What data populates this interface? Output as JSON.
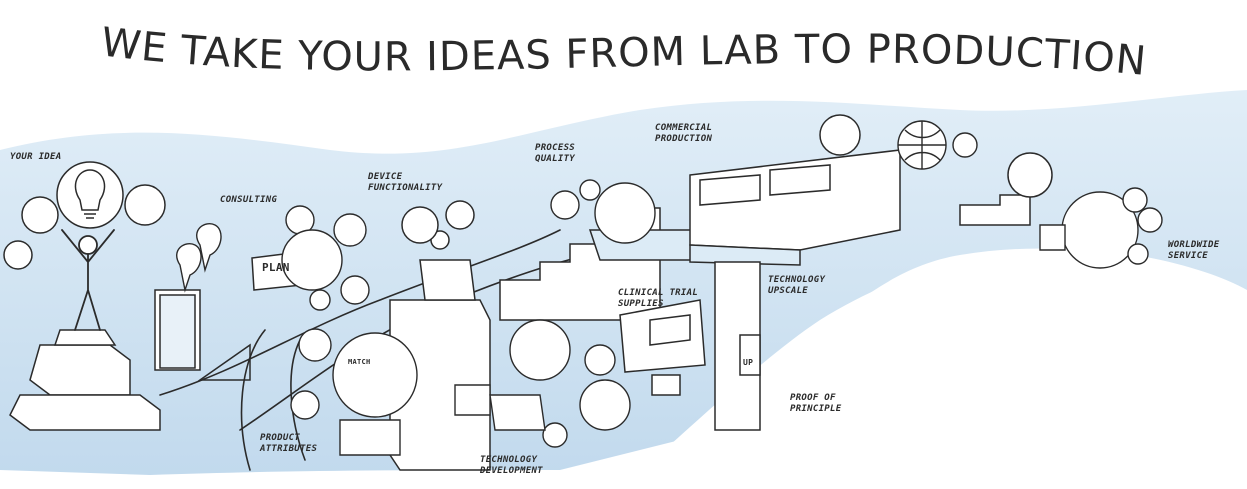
{
  "headline": "WE TAKE YOUR IDEAS FROM LAB TO PRODUCTION.",
  "stages": {
    "your_idea": "YOUR IDEA",
    "consulting": "CONSULTING",
    "device_functionality": [
      "DEVICE",
      "FUNCTIONALITY"
    ],
    "process_quality": [
      "PROCESS",
      "QUALITY"
    ],
    "commercial_production": [
      "COMMERCIAL",
      "PRODUCTION"
    ],
    "worldwide_service": [
      "WORLDWIDE",
      "SERVICE"
    ],
    "clinical_trial_supplies": [
      "CLINICAL TRIAL",
      "SUPPLIES"
    ],
    "technology_upscale": [
      "TECHNOLOGY",
      "UPSCALE"
    ],
    "proof_of_principle": [
      "PROOF OF",
      "PRINCIPLE"
    ],
    "product_attributes": [
      "PRODUCT",
      "ATTRIBUTES"
    ],
    "technology_development": [
      "TECHNOLOGY",
      "DEVELOPMENT"
    ]
  },
  "sketch_text": {
    "plan": "PLAN",
    "match": "MATCH",
    "up": "UP"
  },
  "colors": {
    "wash": "#cfe3f2",
    "wash_deep": "#a9cbe6",
    "ink": "#2b2b2b"
  }
}
